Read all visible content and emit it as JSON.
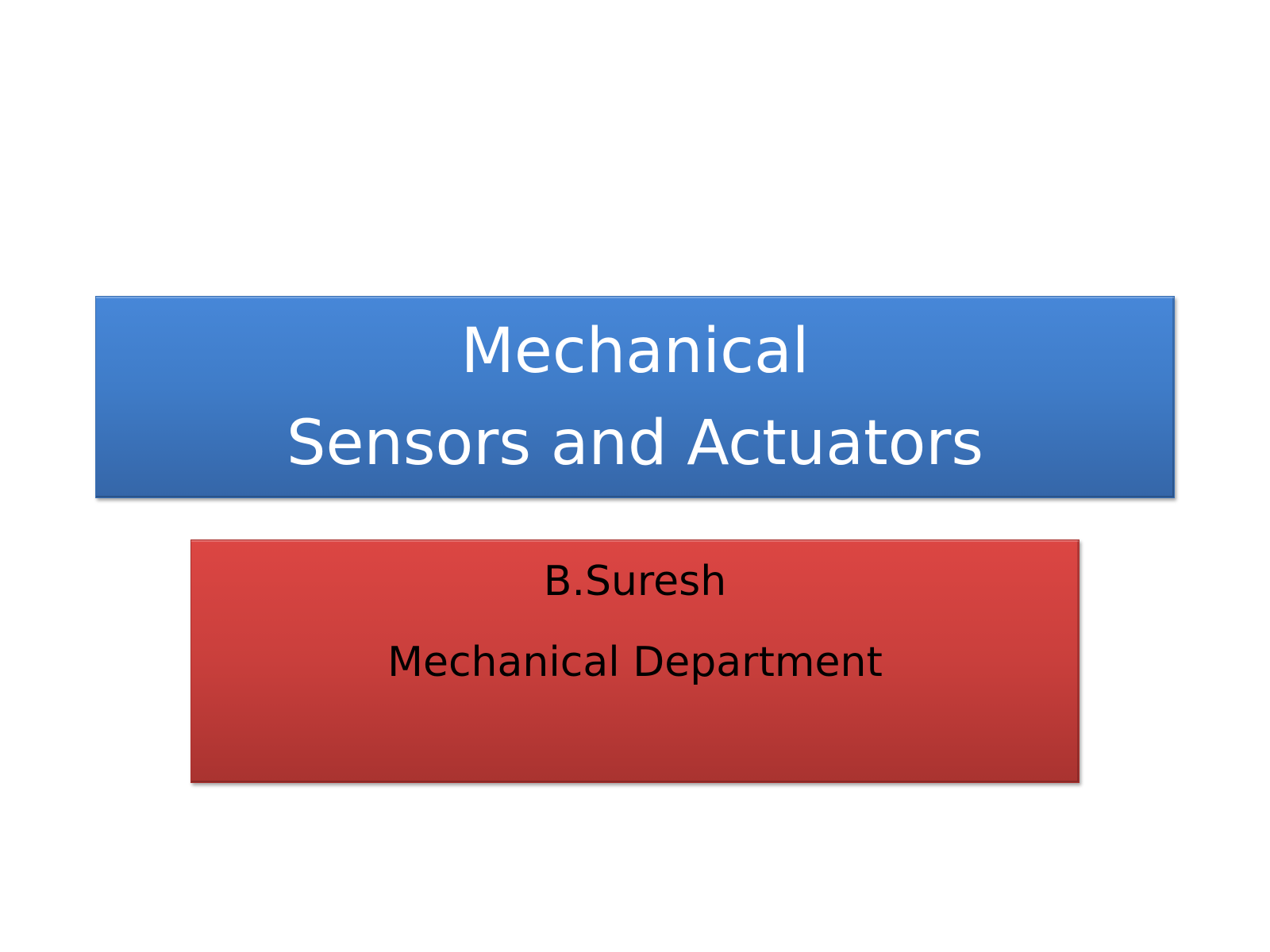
{
  "slide": {
    "title": {
      "line1": "Mechanical",
      "line2": "Sensors and Actuators",
      "background_color": "#4280cf",
      "text_color": "#ffffff"
    },
    "subtitle": {
      "author": "B.Suresh",
      "department": "Mechanical Department",
      "background_color": "#c93f3c",
      "text_color": "#000000"
    }
  }
}
